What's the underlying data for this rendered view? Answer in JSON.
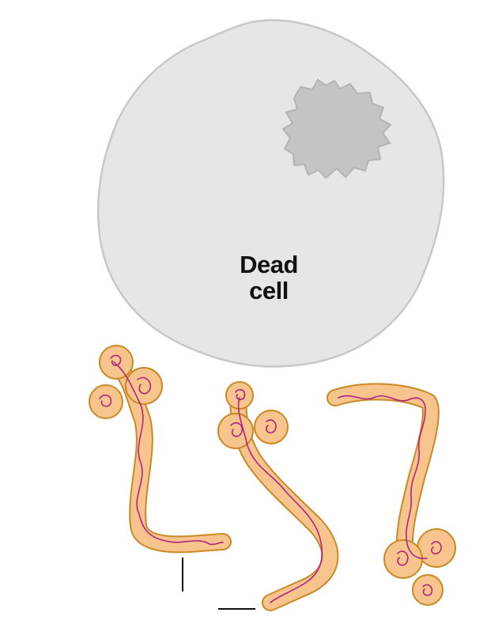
{
  "cell": {
    "label_line1": "Dead",
    "label_line2": "cell",
    "fill_color": "#e6e6e6",
    "outline_color": "#c8c8c8",
    "nucleus_fill": "#c4c4c4",
    "nucleus_outline": "#b4b4b4"
  },
  "virions": {
    "count": 3,
    "body_fill": "#f6c48c",
    "body_outline": "#c98a25",
    "genome_color": "#b3247f"
  },
  "label_lines": {
    "color": "#111111"
  }
}
